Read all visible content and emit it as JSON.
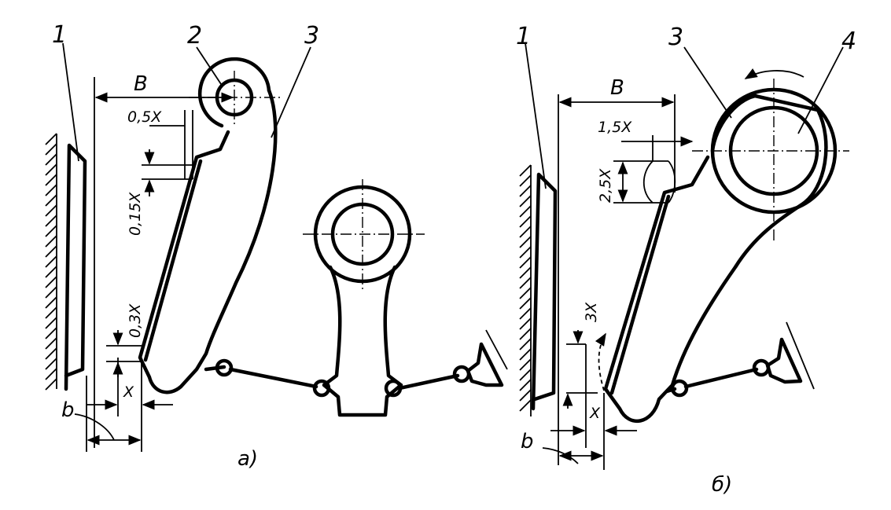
{
  "figure_a": {
    "callouts": {
      "frame": "1",
      "eccentric": "2",
      "moving_jaw": "3"
    },
    "dimensions": {
      "width": "B",
      "offset_top": "0,5X",
      "vertical_top": "0,15X",
      "vertical_bottom": "0,3X",
      "stroke": "X",
      "gap": "b"
    },
    "caption": "a)"
  },
  "figure_b": {
    "callouts": {
      "frame": "1",
      "moving_jaw": "3",
      "shaft": "4"
    },
    "dimensions": {
      "width": "B",
      "offset_top": "1,5X",
      "vertical_top": "2,5X",
      "vertical_bottom": "3X",
      "stroke": "X",
      "gap": "b"
    },
    "caption": "б)"
  }
}
